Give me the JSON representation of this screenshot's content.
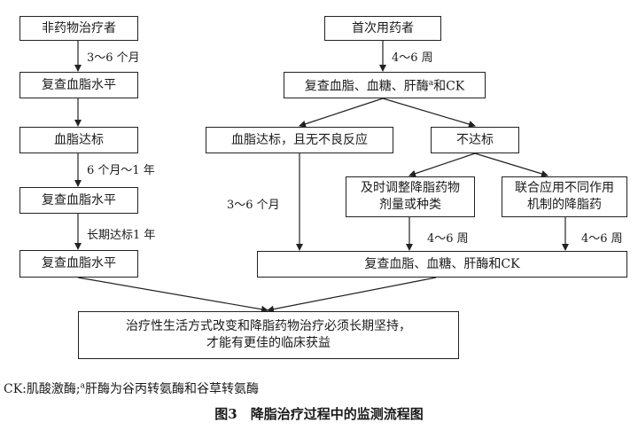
{
  "left_branch": {
    "start": "非药物治疗者",
    "step1_interval": "3～6 个月",
    "recheck1": "复查血脂水平",
    "target_met": "血脂达标",
    "step2_interval": "6 个月～1 年",
    "recheck2": "复查血脂水平",
    "step3_interval": "长期达标1 年",
    "recheck3": "复查血脂水平"
  },
  "right_branch": {
    "start": "首次用药者",
    "step1_interval": "4～6 周",
    "recheck_pre": "复查血脂、血糖、肝酶",
    "recheck_sup": "a",
    "recheck_post": "和CK",
    "met_no_adverse": "血脂达标，且无不良反应",
    "not_met": "不达标",
    "adjust_line1": "及时调整降脂药物",
    "adjust_line2": "剂量或种类",
    "combine_line1": "联合应用不同作用",
    "combine_line2": "机制的降脂药",
    "met_interval": "3～6 个月",
    "adjust_interval": "4～6 周",
    "combine_interval": "4～6 周",
    "recheck_final": "复查血脂、血糖、肝酶和CK"
  },
  "conclusion_line1": "治疗性生活方式改变和降脂药物治疗必须长期坚持，",
  "conclusion_line2": "才能有更佳的临床获益",
  "footnote_pre": "CK:肌酸激酶;",
  "footnote_sup": "a",
  "footnote_post": "肝酶为谷丙转氨酶和谷草转氨酶",
  "caption_num": "图3",
  "caption_text": "降脂治疗过程中的监测流程图",
  "colors": {
    "line": "#222222",
    "box_border": "#222222",
    "text": "#1a1a1a"
  }
}
